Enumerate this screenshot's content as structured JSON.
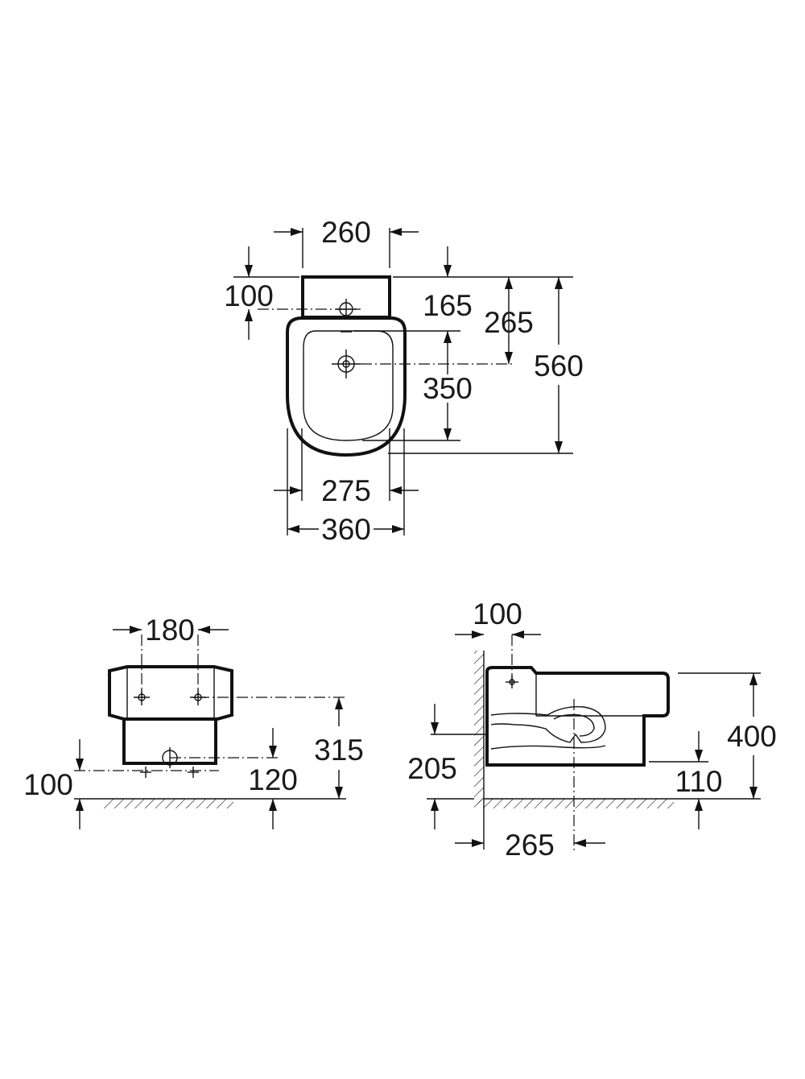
{
  "top_view": {
    "width_260": "260",
    "depth_100": "100",
    "depth_165": "165",
    "depth_265": "265",
    "depth_350": "350",
    "length_560": "560",
    "width_275": "275",
    "width_360": "360"
  },
  "front_view": {
    "spacing_180": "180",
    "height_315": "315",
    "height_120": "120",
    "height_100": "100"
  },
  "side_view": {
    "offset_100": "100",
    "height_400": "400",
    "height_205": "205",
    "height_110": "110",
    "depth_265": "265"
  },
  "colors": {
    "line": "#111111",
    "text": "#1a1a1a",
    "background": "#ffffff"
  }
}
